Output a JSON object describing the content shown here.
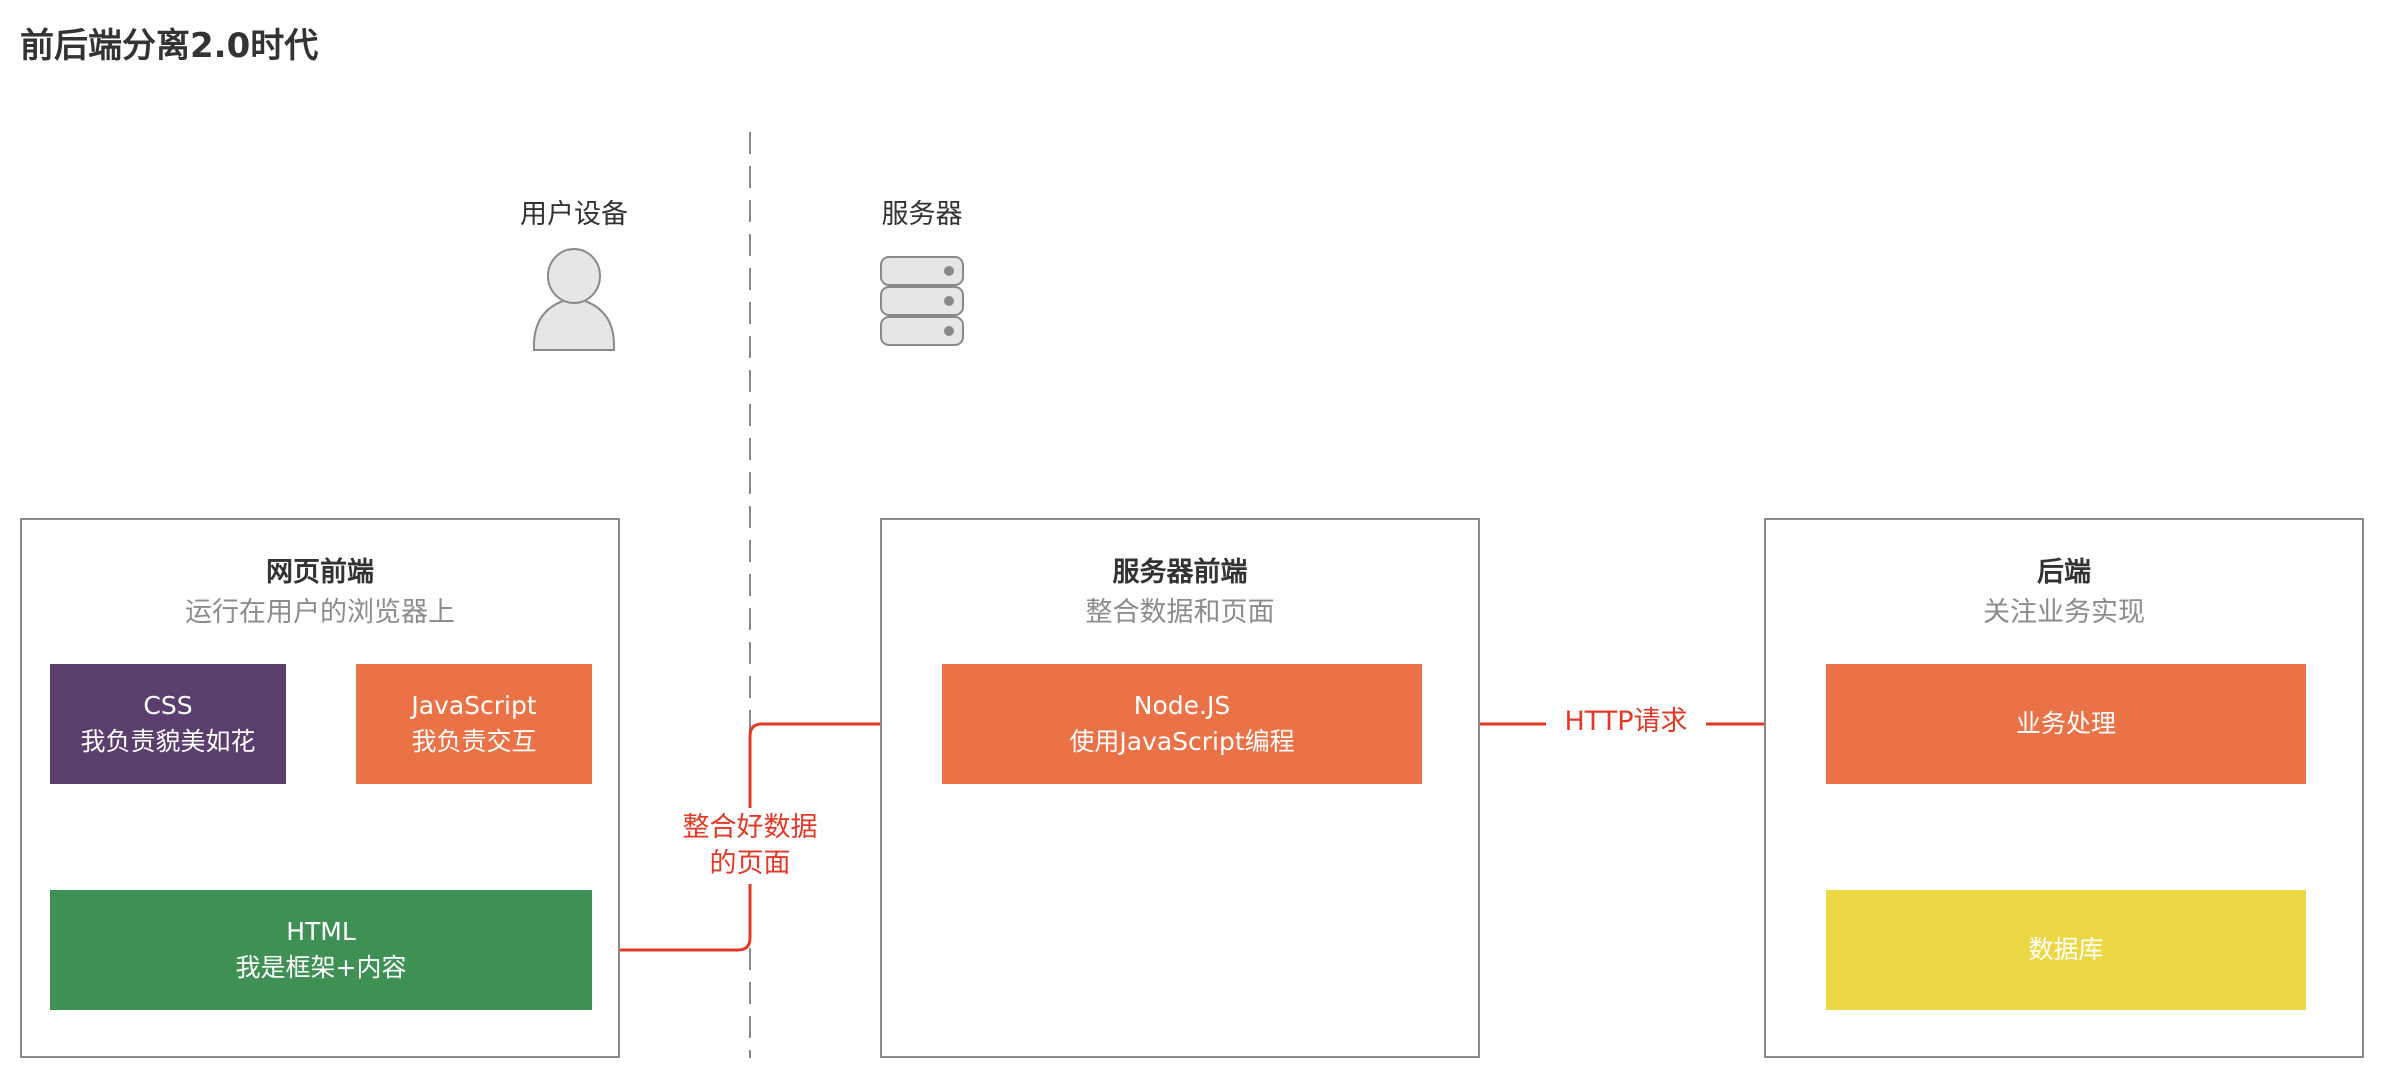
{
  "title": "前后端分离2.0时代",
  "user_device": {
    "label": "用户设备",
    "icon": "user-icon"
  },
  "server": {
    "label": "服务器",
    "icon": "server-stack-icon"
  },
  "panels": {
    "web_frontend": {
      "title": "网页前端",
      "subtitle": "运行在用户的浏览器上"
    },
    "server_frontend": {
      "title": "服务器前端",
      "subtitle": "整合数据和页面"
    },
    "backend": {
      "title": "后端",
      "subtitle": "关注业务实现"
    }
  },
  "boxes": {
    "css": {
      "line1": "CSS",
      "line2": "我负责貌美如花",
      "color": "#5a3f6e"
    },
    "javascript": {
      "line1": "JavaScript",
      "line2": "我负责交互",
      "color": "#eb7246"
    },
    "html": {
      "line1": "HTML",
      "line2": "我是框架+内容",
      "color": "#3e9055"
    },
    "nodejs": {
      "line1": "Node.JS",
      "line2": "使用JavaScript编程",
      "color": "#eb7246"
    },
    "business": {
      "line1": "业务处理",
      "color": "#eb7246"
    },
    "database": {
      "line1": "数据库",
      "color": "#ecd845"
    }
  },
  "connectors": {
    "http_request": "HTTP请求",
    "integrated_page": {
      "line1": "整合好数据",
      "line2": "的页面"
    }
  },
  "colors": {
    "accent_red": "#e23a26",
    "arrow_gray": "#777777"
  }
}
